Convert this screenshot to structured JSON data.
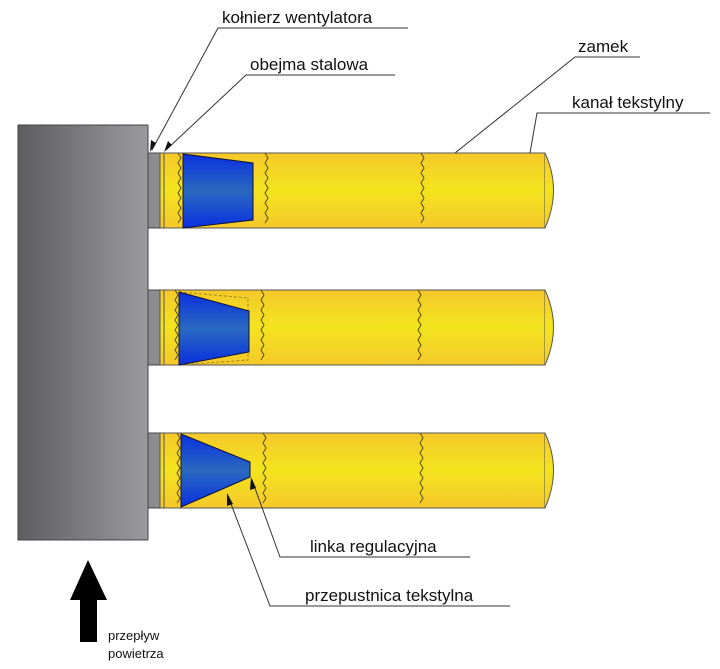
{
  "labels": {
    "collar": "kołnierz wentylatora",
    "clamp": "obejma stalowa",
    "zipper": "zamek",
    "duct": "kanał tekstylny",
    "cord": "linka regulacyjna",
    "damper": "przepustnica tekstylna",
    "flow_line1": "przepływ",
    "flow_line2": "powietrza"
  },
  "colors": {
    "fan": "#7a7a7e",
    "duct": "#f2de1e",
    "damper": "#1e5fd0",
    "collar": "#8c8c90"
  }
}
